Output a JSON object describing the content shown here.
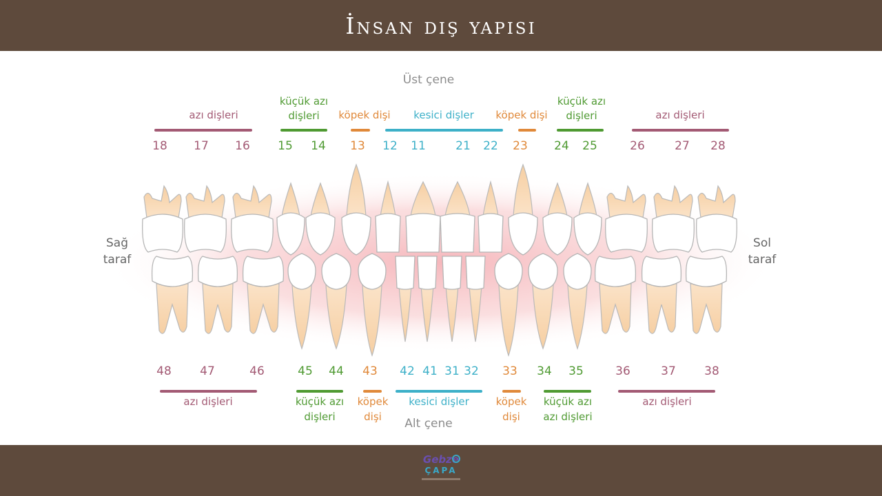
{
  "title": "İnsan diş yapısı",
  "upper_jaw": "Üst çene",
  "lower_jaw": "Alt çene",
  "right_side": [
    "Sağ",
    "taraf"
  ],
  "left_side": [
    "Sol",
    "taraf"
  ],
  "colors": {
    "molar": "#a35a74",
    "premolar": "#4f9a32",
    "canine": "#e0893a",
    "incisor": "#3db0c8",
    "brown": "#5e4a3c"
  },
  "upper_groups": [
    {
      "lines": [
        "azı dişleri"
      ],
      "type": "molar"
    },
    {
      "lines": [
        "küçük azı",
        "dişleri"
      ],
      "type": "premolar"
    },
    {
      "lines": [
        "köpek dişi"
      ],
      "type": "canine"
    },
    {
      "lines": [
        "kesici dişler"
      ],
      "type": "incisor"
    },
    {
      "lines": [
        "köpek dişi"
      ],
      "type": "canine"
    },
    {
      "lines": [
        "küçük azı",
        "dişleri"
      ],
      "type": "premolar"
    },
    {
      "lines": [
        "azı dişleri"
      ],
      "type": "molar"
    }
  ],
  "lower_groups": [
    {
      "lines": [
        "azı dişleri"
      ],
      "type": "molar"
    },
    {
      "lines": [
        "küçük azı",
        "dişleri"
      ],
      "type": "premolar"
    },
    {
      "lines": [
        "köpek",
        "dişi"
      ],
      "type": "canine"
    },
    {
      "lines": [
        "kesici dişler"
      ],
      "type": "incisor"
    },
    {
      "lines": [
        "köpek",
        "dişi"
      ],
      "type": "canine"
    },
    {
      "lines": [
        "küçük azı",
        "azı dişleri"
      ],
      "type": "premolar"
    },
    {
      "lines": [
        "azı dişleri"
      ],
      "type": "molar"
    }
  ],
  "upper_numbers": [
    {
      "n": "18",
      "type": "molar"
    },
    {
      "n": "17",
      "type": "molar"
    },
    {
      "n": "16",
      "type": "molar"
    },
    {
      "n": "15",
      "type": "premolar"
    },
    {
      "n": "14",
      "type": "premolar"
    },
    {
      "n": "13",
      "type": "canine"
    },
    {
      "n": "12",
      "type": "incisor"
    },
    {
      "n": "11",
      "type": "incisor"
    },
    {
      "n": "21",
      "type": "incisor"
    },
    {
      "n": "22",
      "type": "incisor"
    },
    {
      "n": "23",
      "type": "canine"
    },
    {
      "n": "24",
      "type": "premolar"
    },
    {
      "n": "25",
      "type": "premolar"
    },
    {
      "n": "26",
      "type": "molar"
    },
    {
      "n": "27",
      "type": "molar"
    },
    {
      "n": "28",
      "type": "molar"
    }
  ],
  "lower_numbers": [
    {
      "n": "48",
      "type": "molar"
    },
    {
      "n": "47",
      "type": "molar"
    },
    {
      "n": "46",
      "type": "molar"
    },
    {
      "n": "45",
      "type": "premolar"
    },
    {
      "n": "44",
      "type": "premolar"
    },
    {
      "n": "43",
      "type": "canine"
    },
    {
      "n": "42",
      "type": "incisor"
    },
    {
      "n": "41",
      "type": "incisor"
    },
    {
      "n": "31",
      "type": "incisor"
    },
    {
      "n": "32",
      "type": "incisor"
    },
    {
      "n": "33",
      "type": "canine"
    },
    {
      "n": "34",
      "type": "premolar"
    },
    {
      "n": "35",
      "type": "premolar"
    },
    {
      "n": "36",
      "type": "molar"
    },
    {
      "n": "37",
      "type": "molar"
    },
    {
      "n": "38",
      "type": "molar"
    }
  ],
  "logo": {
    "line1": "Gebze",
    "line2": "ÇAPA"
  }
}
